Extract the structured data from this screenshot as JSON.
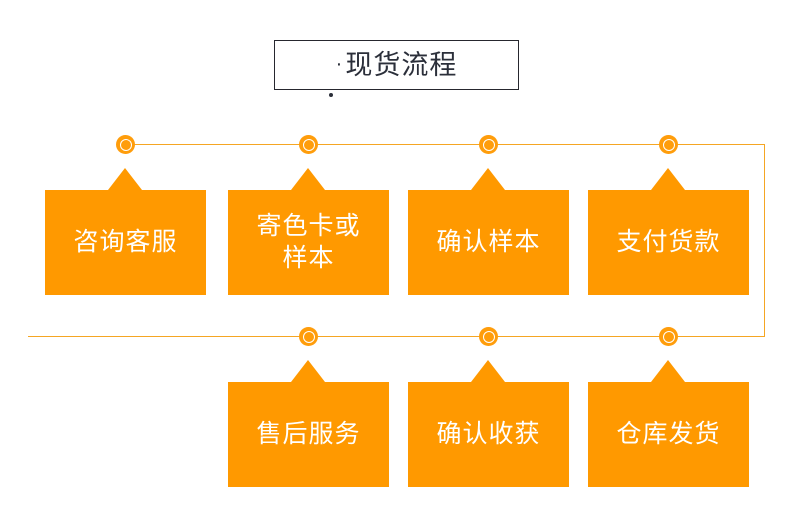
{
  "title": {
    "bullet": "·",
    "text": "现货流程"
  },
  "colors": {
    "box_fill": "#FF9900",
    "connector_line": "#F5A623",
    "node_marker": "#FF9D0B",
    "title_text": "#2B2F3A",
    "title_border": "#26272E",
    "label_text": "#FFFFFF",
    "background": "#FFFFFF"
  },
  "flow": {
    "row_top": [
      {
        "step": 1,
        "label": "咨询客服",
        "lines": [
          "咨询客服"
        ]
      },
      {
        "step": 2,
        "label": "寄色卡或样本",
        "lines": [
          "寄色卡或",
          "样本"
        ]
      },
      {
        "step": 3,
        "label": "确认样本",
        "lines": [
          "确认样本"
        ]
      },
      {
        "step": 4,
        "label": "支付货款",
        "lines": [
          "支付货款"
        ]
      }
    ],
    "row_bottom": [
      {
        "step": 7,
        "label": "售后服务",
        "lines": [
          "售后服务"
        ]
      },
      {
        "step": 6,
        "label": "确认收获",
        "lines": [
          "确认收获"
        ]
      },
      {
        "step": 5,
        "label": "仓库发货",
        "lines": [
          "仓库发货"
        ]
      }
    ]
  }
}
